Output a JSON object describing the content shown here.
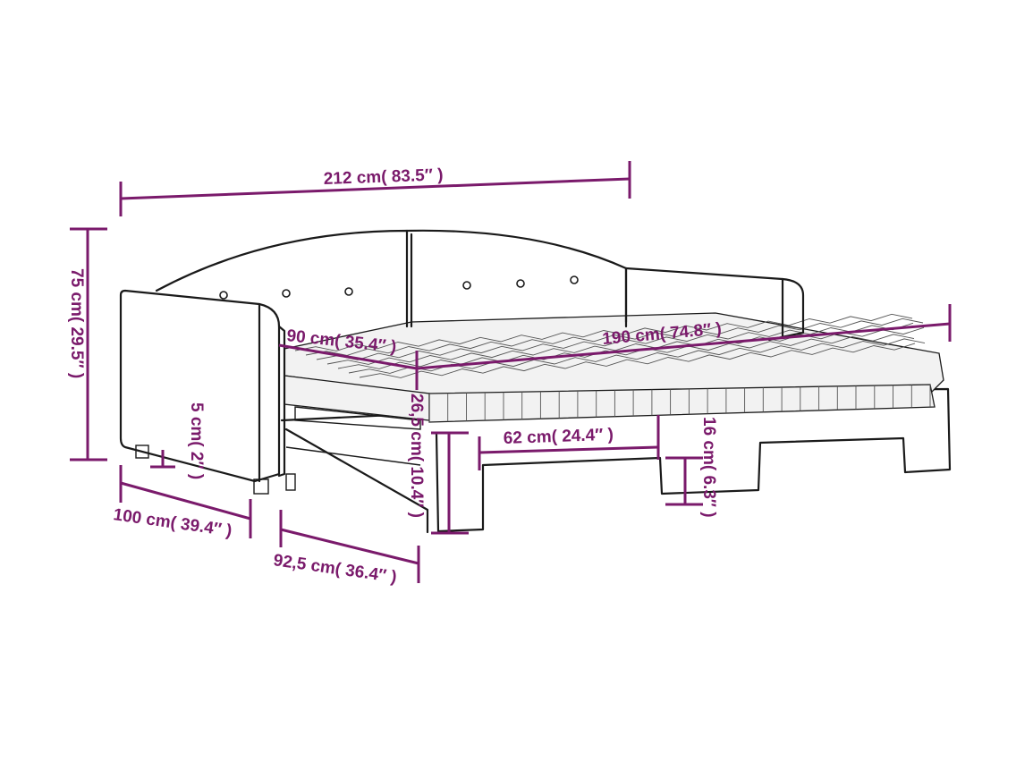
{
  "dimensions": {
    "total_width": "212 cm( 83.5″ )",
    "height": "75 cm( 29.5″ )",
    "mattress_width": "90 cm( 35.4″ )",
    "mattress_length": "190 cm( 74.8″ )",
    "depth": "100 cm( 39.4″ )",
    "pullout_depth": "92,5 cm( 36.4″ )",
    "leg_height": "5 cm( 2″ )",
    "trundle_height": "26,5 cm( 10.4″ )",
    "trundle_leg_span": "62 cm( 24.4″ )",
    "trundle_clearance": "16 cm( 6.3″ )"
  },
  "colors": {
    "dimension": "#7a1a6b",
    "outline": "#1a1a1a"
  }
}
